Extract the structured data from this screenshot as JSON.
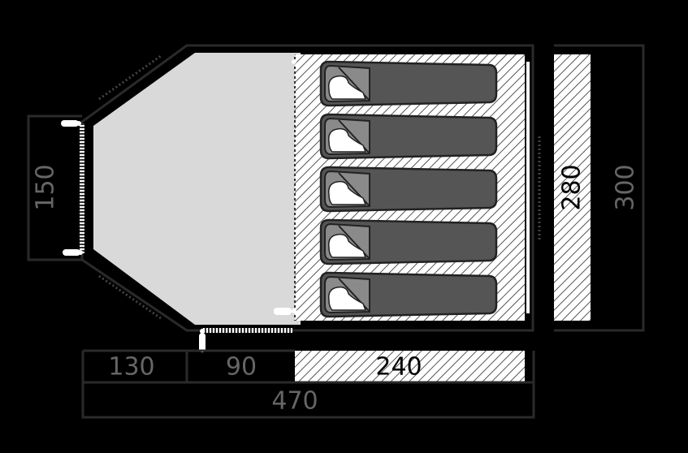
{
  "dimensions": {
    "vestibule_width": "150",
    "inner_width": "280",
    "outer_width": "300",
    "front_length": "130",
    "middle_length": "90",
    "bedroom_length": "240",
    "total_length": "470"
  },
  "sleeping_bags": [
    {
      "label": ""
    },
    {
      "label": ""
    },
    {
      "label": ""
    },
    {
      "label": ""
    },
    {
      "label": ""
    }
  ],
  "colors": {
    "background": "#000000",
    "vestibule_fill": "#d9d9d9",
    "bedroom_fill": "#ffffff",
    "hatch": "#555555",
    "sleeping_bag": "#555555",
    "outline": "#2a2a2a",
    "dim_text": "#666666",
    "dim_text_on_hatch": "#000000"
  }
}
